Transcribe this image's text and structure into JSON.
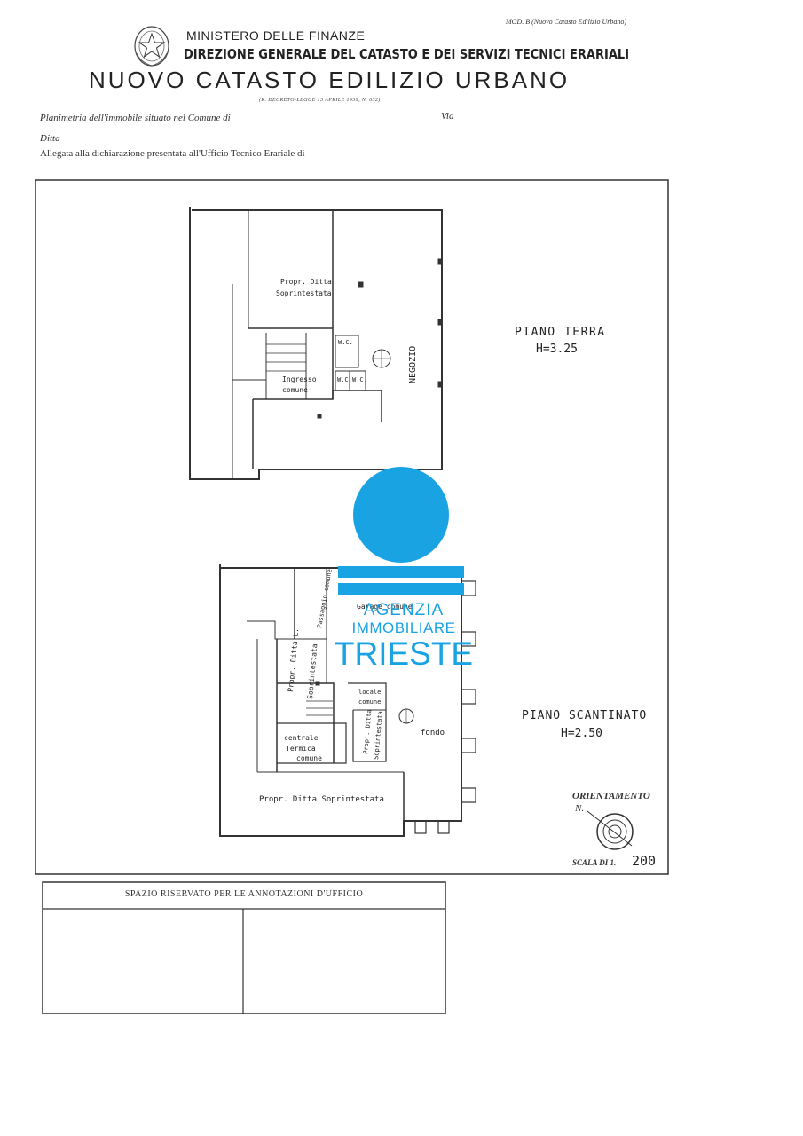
{
  "header": {
    "model": "MOD. B (Nuovo Catasto Edilizio Urbano)",
    "ministry": "MINISTERO DELLE FINANZE",
    "direction": "DIREZIONE GENERALE DEL CATASTO E DEI SERVIZI TECNICI ERARIALI",
    "title": "NUOVO CATASTO EDILIZIO URBANO",
    "decree": "(R. DECRETO-LEGGE 13 APRILE 1939, N. 652)"
  },
  "form": {
    "planimetria_label": "Planimetria dell'immobile situato nel Comune di",
    "via_label": "Via",
    "ditta_label": "Ditta",
    "allegata_label": "Allegata alla dichiarazione presentata all'Ufficio Tecnico Erariale di"
  },
  "ground_floor": {
    "title": "PIANO TERRA",
    "height": "H=3.25",
    "labels": {
      "owner1": "Propr. Ditta",
      "owner2": "Soprintestata",
      "wc1": "W.C.",
      "wc2": "W.C.",
      "wc3": "W.C.",
      "entrance1": "Ingresso",
      "entrance2": "comune",
      "shop": "NEGOZIO"
    }
  },
  "basement": {
    "title": "PIANO SCANTINATO",
    "height": "H=2.50",
    "labels": {
      "garage": "Garage comune",
      "passage": "Passaggio comune",
      "owner_left1": "Propr. Ditta L.",
      "owner_left2": "Soprintestata",
      "locale1": "locale",
      "locale2": "comune",
      "owner_mid1": "Propr. Ditta",
      "owner_mid2": "Soprintestata",
      "heating1": "centrale",
      "heating2": "Termica",
      "heating3": "comune",
      "fondo": "fondo",
      "owner_bottom": "Propr. Ditta   Soprintestata"
    }
  },
  "orientation": {
    "label": "ORIENTAMENTO",
    "north": "N.",
    "scale_prefix": "SCALA DI 1.",
    "scale_value": "200"
  },
  "watermark": {
    "line1": "AGENZIA",
    "line2": "IMMOBILIARE",
    "line3": "TRIESTE",
    "color": "#1aa3e3"
  },
  "annotations": {
    "title": "SPAZIO RISERVATO PER LE ANNOTAZIONI D'UFFICIO"
  }
}
